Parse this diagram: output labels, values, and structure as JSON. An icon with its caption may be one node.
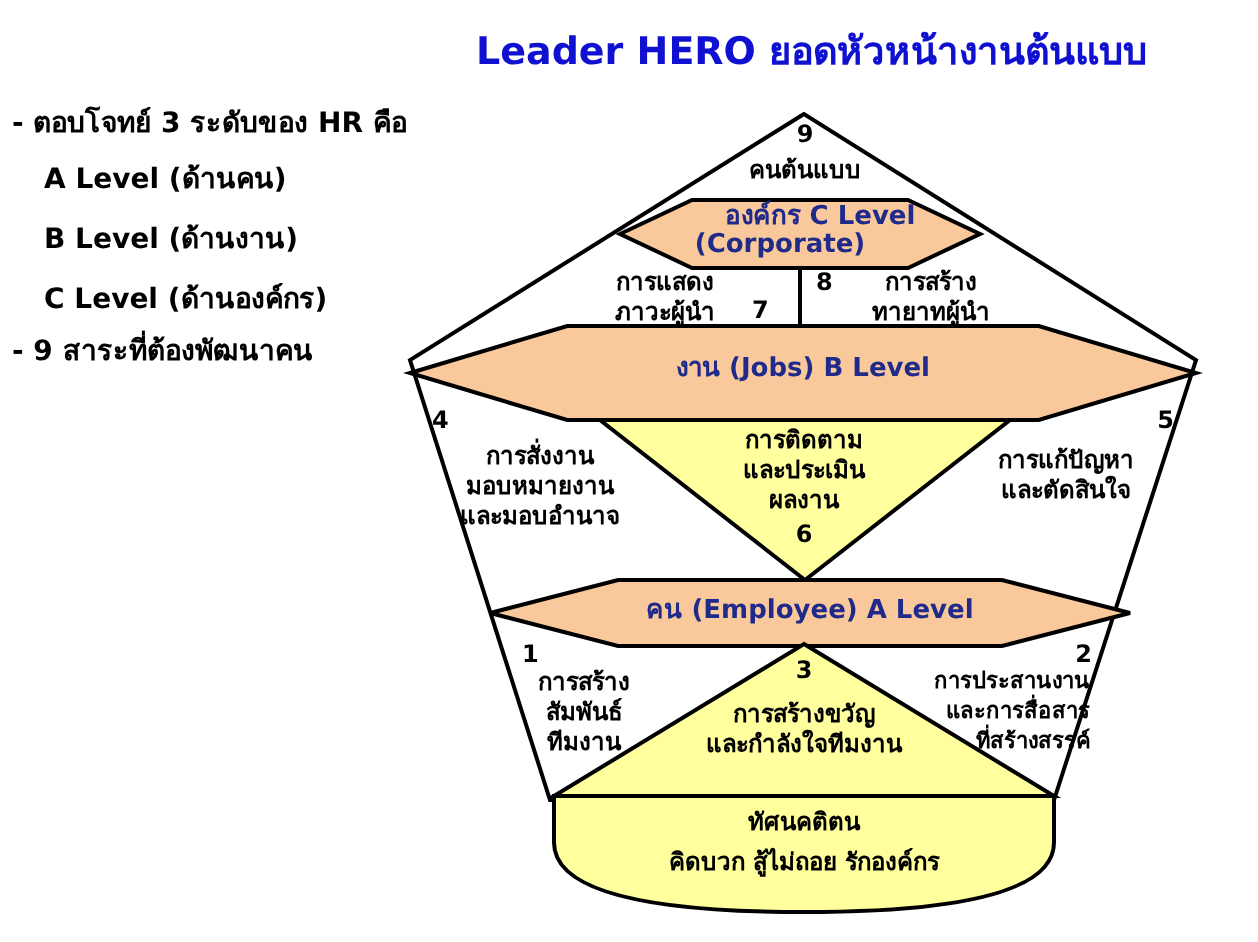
{
  "diagram": {
    "title": "Leader HERO ยอดหัวหน้างานต้นแบบ",
    "nodes": [
      {
        "text": [
          "9",
          "คนต้นแบบ"
        ]
      },
      {
        "text": [
          "องค์กร C Level",
          "(Corporate)"
        ]
      },
      {
        "text": [
          "การแสดง ภาวะผู้นำ",
          "7"
        ]
      },
      {
        "text": [
          "8",
          "การสร้าง ทายาทผู้นำ"
        ]
      },
      {
        "text": [
          "งาน (Jobs) B Level"
        ]
      },
      {
        "text": [
          "4",
          "การสั่งงาน มอบหมายงาน และมอบอำนาจ"
        ]
      },
      {
        "text": [
          "การติดตาม และประเมิน ผลงาน",
          "6"
        ]
      },
      {
        "text": [
          "5",
          "การแก้ปัญหา และตัดสินใจ"
        ]
      },
      {
        "text": [
          "คน (Employee) A Level"
        ]
      },
      {
        "text": [
          "1",
          "การสร้าง สัมพันธ์ ทีมงาน"
        ]
      },
      {
        "text": [
          "3",
          "การสร้างขวัญ และกำลังใจทีมงาน"
        ]
      },
      {
        "text": [
          "2",
          "การประสานงาน และการสื่อสาร ที่สร้างสรรค์"
        ]
      },
      {
        "text": [
          "ทัศนคติตน",
          "คิดบวก สู้ไม่ถอย รักองค์กร"
        ]
      }
    ],
    "labels": [
      "- ตอบโจทย์ 3 ระดับของ HR คือ",
      "A Level (ด้านคน)",
      "B Level (ด้านงาน)",
      "C Level (ด้านองค์กร)",
      "- 9 สาระที่ต้องพัฒนาคน"
    ]
  }
}
